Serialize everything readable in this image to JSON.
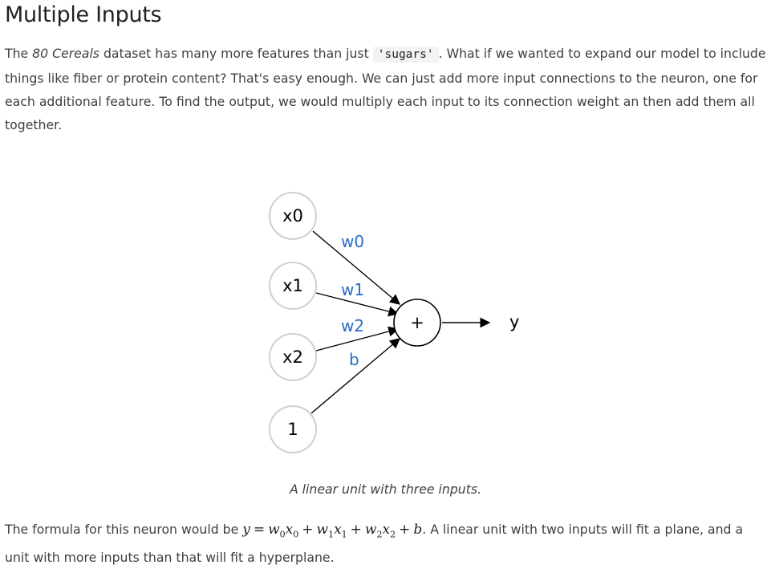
{
  "title": "Multiple Inputs",
  "intro": {
    "t1": "The ",
    "dataset": "80 Cereals",
    "t2": " dataset has many more features than just ",
    "code": "'sugars'",
    "t3": ". What if we wanted to expand our model to include things like fiber or protein content? That's easy enough. We can just add more input connections to the neuron, one for each additional feature. To find the output, we would multiply each input to its connection weight an then add them all together."
  },
  "diagram": {
    "inputs": [
      "x0",
      "x1",
      "x2",
      "1"
    ],
    "weights": [
      "w0",
      "w1",
      "w2",
      "b"
    ],
    "sum_symbol": "+",
    "output": "y"
  },
  "caption": "A linear unit with three inputs.",
  "formula_par": {
    "before": "The formula for this neuron would be ",
    "after": ". A linear unit with two inputs will fit a plane, and a unit with more inputs than that will fit a hyperplane.",
    "formula": {
      "y": "y",
      "eq": "=",
      "w0": "w",
      "s0": "0",
      "x0": "x",
      "sx0": "0",
      "plus1": "+",
      "w1": "w",
      "s1": "1",
      "x1": "x",
      "sx1": "1",
      "plus2": "+",
      "w2": "w",
      "s2": "2",
      "x2": "x",
      "sx2": "2",
      "plus3": "+",
      "b": "b"
    }
  },
  "colors": {
    "weight_label": "#2a6cc4",
    "node_border": "#d0d0d0"
  }
}
